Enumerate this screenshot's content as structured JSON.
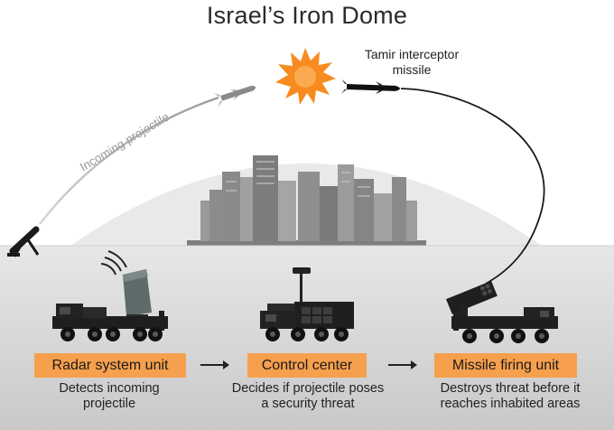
{
  "title": "Israel’s Iron Dome",
  "labels": {
    "incoming": "Incoming projectile",
    "interceptor": "Tamir interceptor missile"
  },
  "steps": [
    {
      "label": "Radar system unit",
      "description": "Detects incoming projectile"
    },
    {
      "label": "Control center",
      "description": "Decides if projectile poses a security threat"
    },
    {
      "label": "Missile firing unit",
      "description": "Destroys threat before it reaches inhabited areas"
    }
  ],
  "colors": {
    "accent": "#f6a04d",
    "explosion": "#f78b1f",
    "vehicle": "#1f1f1f",
    "dome": "#e8e8e8",
    "city": "#8e8e8e"
  },
  "icons": {
    "launcher": "mortar-launcher-icon",
    "radar": "radar-truck-icon",
    "control": "control-center-truck-icon",
    "firing": "missile-launcher-truck-icon",
    "blast": "explosion-icon"
  }
}
